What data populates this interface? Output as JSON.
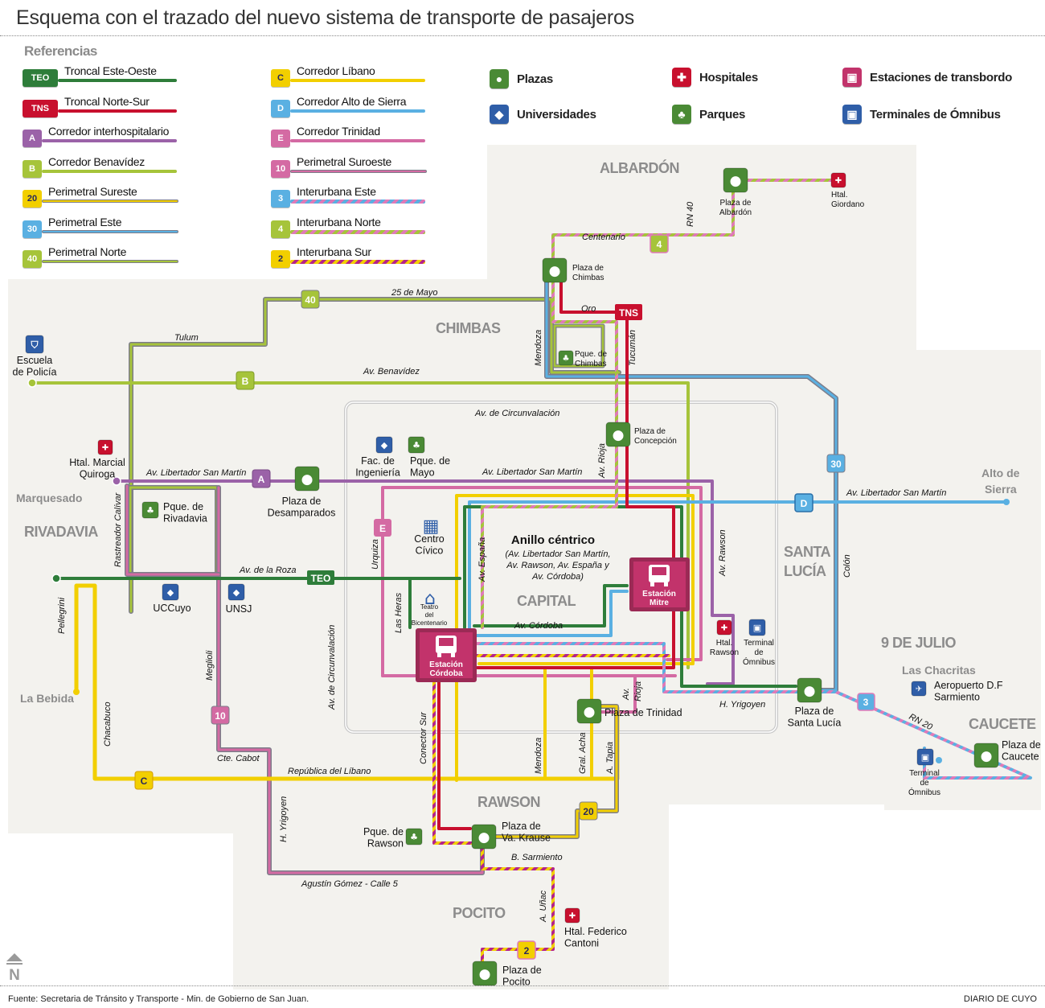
{
  "title": "Esquema con el trazado del nuevo sistema de transporte de pasajeros",
  "footer": {
    "source": "Fuente: Secretaria de Tránsito y Transporte - Min. de Gobierno de San Juan.",
    "credit": "DIARIO DE CUYO",
    "compass": "N"
  },
  "colors": {
    "background_land": "#f3f2ee",
    "TEO": "#2e7d3a",
    "TNS": "#c8102e",
    "A": "#9b62a8",
    "B": "#a6c43a",
    "C": "#f2cf00",
    "D": "#5ab0e2",
    "E": "#d46aa3",
    "ring_gray": "#7d7d8a",
    "plaza": "#4a8a35",
    "hospital": "#c8102e",
    "station": "#c2336b",
    "university": "#2f5ea8",
    "terminal": "#2f5ea8"
  },
  "legend": {
    "heading": "Referencias",
    "lines": [
      {
        "code": "TEO",
        "label": "Troncal Este-Oeste",
        "color": "#2e7d3a",
        "pattern": "solid"
      },
      {
        "code": "TNS",
        "label": "Troncal Norte-Sur",
        "color": "#c8102e",
        "pattern": "solid"
      },
      {
        "code": "A",
        "label": "Corredor interhospitalario",
        "color": "#9b62a8",
        "pattern": "solid"
      },
      {
        "code": "B",
        "label": "Corredor Benavídez",
        "color": "#a6c43a",
        "pattern": "solid"
      },
      {
        "code": "20",
        "label": "Perimetral Sureste",
        "color": "#f2cf00",
        "pattern": "gray-outline"
      },
      {
        "code": "30",
        "label": "Perimetral Este",
        "color": "#5ab0e2",
        "pattern": "gray-outline"
      },
      {
        "code": "40",
        "label": "Perimetral Norte",
        "color": "#a6c43a",
        "pattern": "gray-outline"
      },
      {
        "code": "C",
        "label": "Corredor Líbano",
        "color": "#f2cf00",
        "pattern": "solid"
      },
      {
        "code": "D",
        "label": "Corredor Alto de Sierra",
        "color": "#5ab0e2",
        "pattern": "solid"
      },
      {
        "code": "E",
        "label": "Corredor Trinidad",
        "color": "#d46aa3",
        "pattern": "solid"
      },
      {
        "code": "10",
        "label": "Perimetral Suroeste",
        "color": "#d46aa3",
        "pattern": "gray-outline"
      },
      {
        "code": "3",
        "label": "Interurbana Este",
        "color": "#5ab0e2",
        "pattern": "striped-pink"
      },
      {
        "code": "4",
        "label": "Interurbana Norte",
        "color": "#a6c43a",
        "pattern": "striped-pink"
      },
      {
        "code": "2",
        "label": "Interurbana Sur",
        "color": "#f2cf00",
        "pattern": "striped-magenta"
      }
    ],
    "poi_types": [
      {
        "icon": "plaza-icon",
        "label": "Plazas"
      },
      {
        "icon": "hospital-icon",
        "label": "Hospitales"
      },
      {
        "icon": "station-icon",
        "label": "Estaciones de transbordo"
      },
      {
        "icon": "university-icon",
        "label": "Universidades"
      },
      {
        "icon": "park-icon",
        "label": "Parques"
      },
      {
        "icon": "bus-terminal-icon",
        "label": "Terminales de Ómnibus"
      }
    ]
  },
  "districts": {
    "albardon": "ALBARDÓN",
    "chimbas": "CHIMBAS",
    "rivadavia": "RIVADAVIA",
    "capital": "CAPITAL",
    "santa_lucia_1": "SANTA",
    "santa_lucia_2": "LUCÍA",
    "nueve_de_julio": "9 DE JULIO",
    "caucete": "CAUCETE",
    "rawson": "RAWSON",
    "pocito": "POCITO"
  },
  "localities": {
    "marquesado": "Marquesado",
    "la_bebida": "La Bebida",
    "alto_sierra_1": "Alto de",
    "alto_sierra_2": "Sierra",
    "las_chacritas": "Las Chacritas"
  },
  "streets": {
    "centenario": "Centenario",
    "rn40": "RN 40",
    "oro": "Oro",
    "tucuman": "Tucumán",
    "mendoza_n": "Mendoza",
    "veinticinco_mayo": "25 de Mayo",
    "tulum": "Tulum",
    "benavidez": "Av. Benavídez",
    "circunvalacion_n": "Av. de Circunvalación",
    "libertador_w": "Av. Libertador San Martín",
    "libertador_c": "Av. Libertador San Martín",
    "libertador_e": "Av. Libertador San Martín",
    "rioja_n": "Av. Rioja",
    "rastreador": "Rastreador Calívar",
    "de_la_roza": "Av. de la Roza",
    "urquiza": "Urquiza",
    "espana": "Av. España",
    "las_heras": "Las Heras",
    "cordoba": "Av. Córdoba",
    "rawson_av": "Av. Rawson",
    "colon": "Colón",
    "pellegrini": "Pellegrini",
    "meglioli": "Meglioli",
    "circunvalacion_w": "Av. de Circunvalación",
    "chacabuco": "Chacabuco",
    "cabot": "Cte. Cabot",
    "libano": "República del Líbano",
    "conector_sur": "Conector Sur",
    "mendoza_s": "Mendoza",
    "gral_acha": "Gral. Acha",
    "tapia": "A. Tapia",
    "rioja_s_1": "Av.",
    "rioja_s_2": "Rioja",
    "yrigoyen_e": "H. Yrigoyen",
    "yrigoyen_w": "H. Yrigoyen",
    "rn20": "RN 20",
    "sarmiento": "B. Sarmiento",
    "gomez": "Agustín Gómez - Calle 5",
    "unac": "A. Uñac"
  },
  "ring": {
    "title": "Anillo céntrico",
    "sub1": "(Av. Libertador San Martín,",
    "sub2": "Av. Rawson, Av. España y",
    "sub3": "Av. Córdoba)"
  },
  "stations": {
    "mitre": {
      "l1": "Estación",
      "l2": "Mitre"
    },
    "cordoba": {
      "l1": "Estación",
      "l2": "Córdoba"
    }
  },
  "pois": {
    "plaza_albardon": [
      "Plaza de",
      "Albardón"
    ],
    "htal_giordano": [
      "Htal.",
      "Giordano"
    ],
    "plaza_chimbas": [
      "Plaza de",
      "Chimbas"
    ],
    "pque_chimbas": [
      "Pque. de",
      "Chimbas"
    ],
    "escuela_policia": [
      "Escuela",
      "de Policía"
    ],
    "htal_quiroga": [
      "Htal. Marcial",
      "Quiroga"
    ],
    "plaza_desamparados": [
      "Plaza de",
      "Desamparados"
    ],
    "pque_rivadavia": [
      "Pque. de",
      "Rivadavia"
    ],
    "fac_ingenieria": [
      "Fac. de",
      "Ingeniería"
    ],
    "pque_mayo": [
      "Pque. de",
      "Mayo"
    ],
    "plaza_concepcion": [
      "Plaza de",
      "Concepción"
    ],
    "centro_civico": [
      "Centro",
      "Cívico"
    ],
    "teatro": [
      "Teatro",
      "del",
      "Bicentenario"
    ],
    "uccuyo": [
      "UCCuyo"
    ],
    "unsj": [
      "UNSJ"
    ],
    "htal_rawson": [
      "Htal.",
      "Rawson"
    ],
    "terminal_capital": [
      "Terminal",
      "de",
      "Ómnibus"
    ],
    "plaza_trinidad": [
      "Plaza de Trinidad"
    ],
    "plaza_santa_lucia": [
      "Plaza de",
      "Santa Lucía"
    ],
    "aeropuerto": [
      "Aeropuerto D.F",
      "Sarmiento"
    ],
    "plaza_caucete": [
      "Plaza de",
      "Caucete"
    ],
    "terminal_caucete": [
      "Terminal",
      "de",
      "Ómnibus"
    ],
    "pque_rawson": [
      "Pque. de",
      "Rawson"
    ],
    "plaza_krause": [
      "Plaza de",
      "Va. Krause"
    ],
    "htal_cantoni": [
      "Htal. Federico",
      "Cantoni"
    ],
    "plaza_pocito": [
      "Plaza de",
      "Pocito"
    ]
  },
  "map_badges": {
    "four": "4",
    "tns": "TNS",
    "forty": "40",
    "b": "B",
    "a": "A",
    "e": "E",
    "teo": "TEO",
    "d": "D",
    "thirty": "30",
    "three": "3",
    "ten": "10",
    "c": "C",
    "twenty": "20",
    "two": "2"
  }
}
